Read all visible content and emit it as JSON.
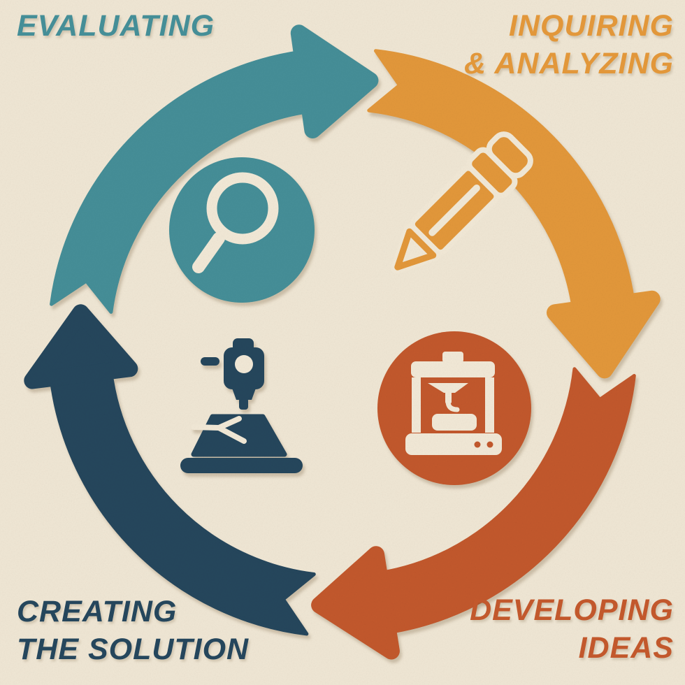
{
  "diagram": {
    "type": "design-cycle",
    "background": "#efe6d4",
    "colors": {
      "teal": "#458e97",
      "amber": "#e2973a",
      "burnt": "#c2582c",
      "navy": "#25465c",
      "cream": "#f1e8d6"
    },
    "stages": [
      {
        "name": "Evaluating",
        "lines": [
          "EVALUATING"
        ],
        "color_key": "teal",
        "icon": "magnifying-glass-icon"
      },
      {
        "name": "Inquiring & Analyzing",
        "lines": [
          "INQUIRING",
          "& ANALYZING"
        ],
        "color_key": "amber",
        "icon": "pencil-icon"
      },
      {
        "name": "Developing Ideas",
        "lines": [
          "DEVELOPING",
          "IDEAS"
        ],
        "color_key": "burnt",
        "icon": "printer-3d-icon"
      },
      {
        "name": "Creating the Solution",
        "lines": [
          "CREATING",
          "THE SOLUTION"
        ],
        "color_key": "navy",
        "icon": "printer-extruder-icon"
      }
    ]
  }
}
